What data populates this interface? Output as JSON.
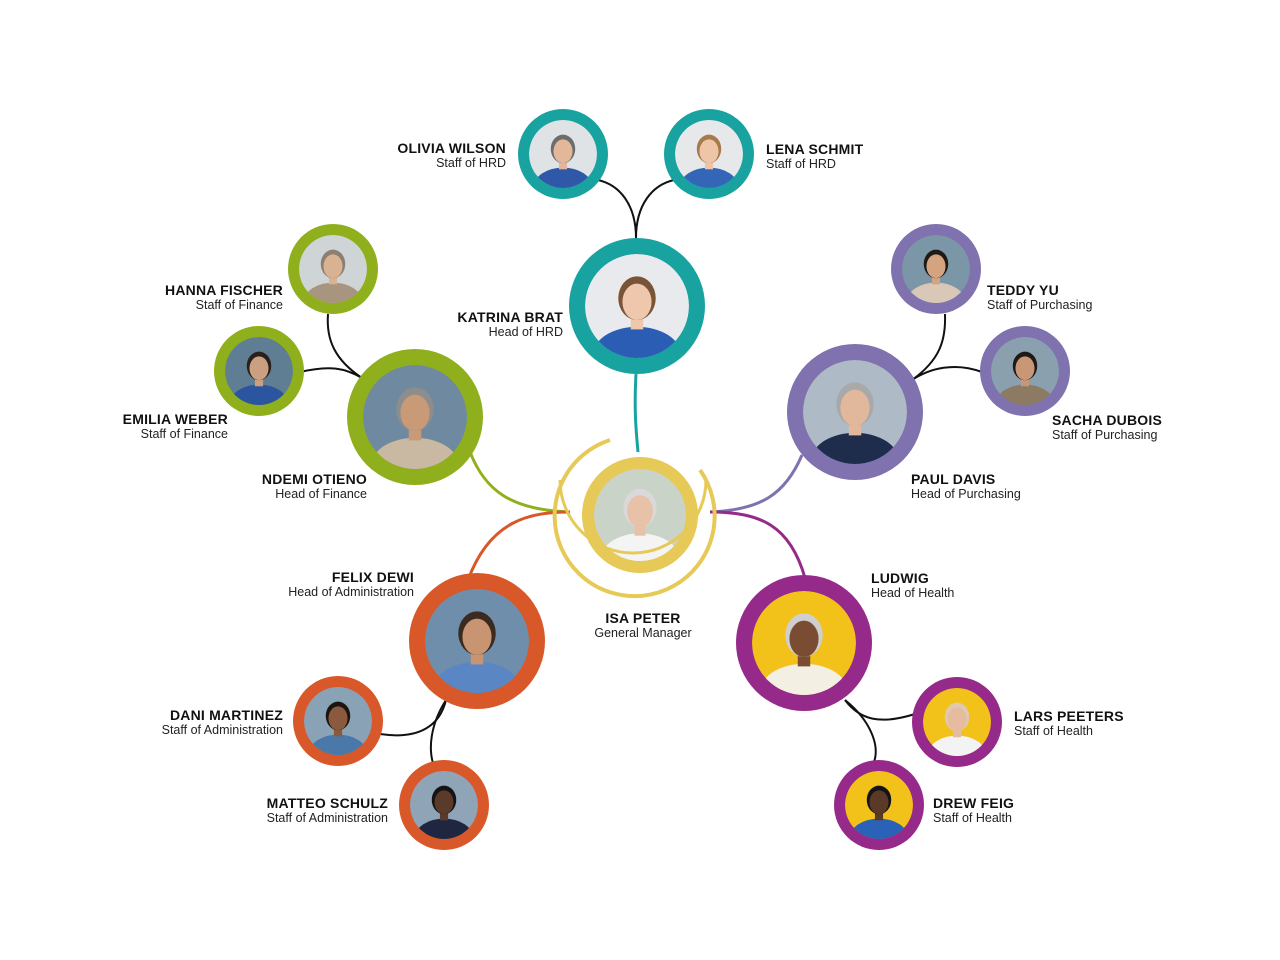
{
  "colors": {
    "gm": "#e6c956",
    "hrd": "#18a3a1",
    "finance": "#8fb01c",
    "purchasing": "#7f72ae",
    "administration": "#d9582a",
    "health": "#962a8a",
    "connector": "#111111"
  },
  "people": {
    "gm": {
      "name": "ISA PETER",
      "role": "General Manager"
    },
    "hrd_head": {
      "name": "KATRINA BRAT",
      "role": "Head of HRD"
    },
    "hrd_1": {
      "name": "OLIVIA WILSON",
      "role": "Staff of HRD"
    },
    "hrd_2": {
      "name": "LENA SCHMIT",
      "role": "Staff of HRD"
    },
    "fin_head": {
      "name": "NDEMI OTIENO",
      "role": "Head of Finance"
    },
    "fin_1": {
      "name": "HANNA FISCHER",
      "role": "Staff of Finance"
    },
    "fin_2": {
      "name": "EMILIA WEBER",
      "role": "Staff of Finance"
    },
    "pur_head": {
      "name": "PAUL DAVIS",
      "role": "Head of Purchasing"
    },
    "pur_1": {
      "name": "TEDDY YU",
      "role": "Staff of Purchasing"
    },
    "pur_2": {
      "name": "SACHA DUBOIS",
      "role": "Staff of Purchasing"
    },
    "adm_head": {
      "name": "FELIX DEWI",
      "role": "Head of Administration"
    },
    "adm_1": {
      "name": "DANI MARTINEZ",
      "role": "Staff of Administration"
    },
    "adm_2": {
      "name": "MATTEO SCHULZ",
      "role": "Staff of Administration"
    },
    "hea_head": {
      "name": "LUDWIG",
      "role": "Head of Health"
    },
    "hea_1": {
      "name": "LARS PEETERS",
      "role": "Staff of Health"
    },
    "hea_2": {
      "name": "DREW FEIG",
      "role": "Staff of Health"
    }
  }
}
